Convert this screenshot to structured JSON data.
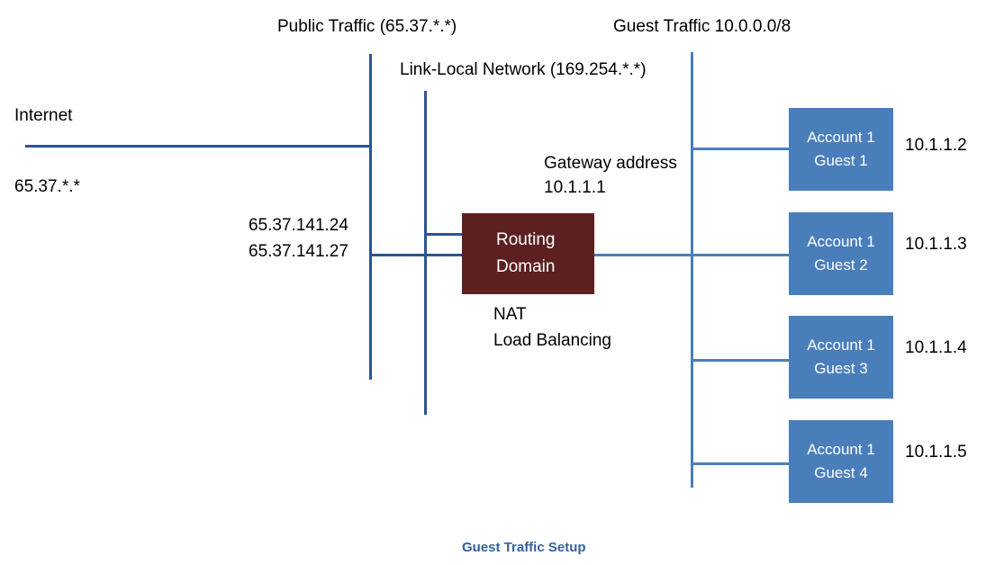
{
  "diagram": {
    "caption": "Guest Traffic Setup",
    "colors": {
      "line_dark": "#2E5395",
      "line_light": "#4A7EBB",
      "guest_box": "#4A7EBB",
      "router_box": "#5C2020",
      "caption_text": "#33639B"
    },
    "headings": {
      "public_traffic": "Public Traffic (65.37.*.*)",
      "link_local": "Link-Local Network (169.254.*.*)",
      "guest_traffic": "Guest Traffic 10.0.0.0/8"
    },
    "internet": {
      "label": "Internet",
      "subnet": "65.37.*.*"
    },
    "public_ips": {
      "line1": "65.37.141.24",
      "line2": "65.37.141.27"
    },
    "gateway": {
      "line1": "Gateway address",
      "line2": "10.1.1.1"
    },
    "router": {
      "line1": "Routing",
      "line2": "Domain",
      "functions": {
        "line1": "NAT",
        "line2": "Load Balancing"
      }
    },
    "guests": [
      {
        "account": "Account 1",
        "name": "Guest 1",
        "ip": "10.1.1.2"
      },
      {
        "account": "Account 1",
        "name": "Guest 2",
        "ip": "10.1.1.3"
      },
      {
        "account": "Account 1",
        "name": "Guest 3",
        "ip": "10.1.1.4"
      },
      {
        "account": "Account 1",
        "name": "Guest 4",
        "ip": "10.1.1.5"
      }
    ]
  }
}
